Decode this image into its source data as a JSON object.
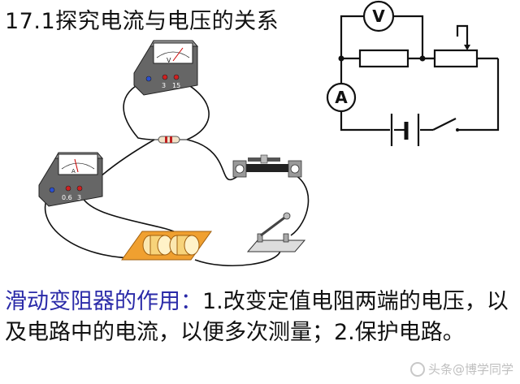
{
  "title": "17.1探究电流与电压的关系",
  "illustration": {
    "voltmeter_symbol": "V",
    "voltmeter_terminals": [
      "3",
      "15"
    ],
    "ammeter_symbol": "A",
    "ammeter_terminals": [
      "0.6",
      "3"
    ]
  },
  "schematic": {
    "voltmeter_symbol": "V",
    "ammeter_symbol": "A"
  },
  "explanation": {
    "highlight": "滑动变阻器的作用：",
    "body": "1.改变定值电阻两端的电压，以及电路中的电流，以便多次测量；2.保护电路。"
  },
  "watermark": "头条@博学同学",
  "colors": {
    "heading_text": "#111111",
    "highlight_text": "#2a2aa8",
    "wire": "#111111",
    "rheostat_base": "#f0a030"
  }
}
